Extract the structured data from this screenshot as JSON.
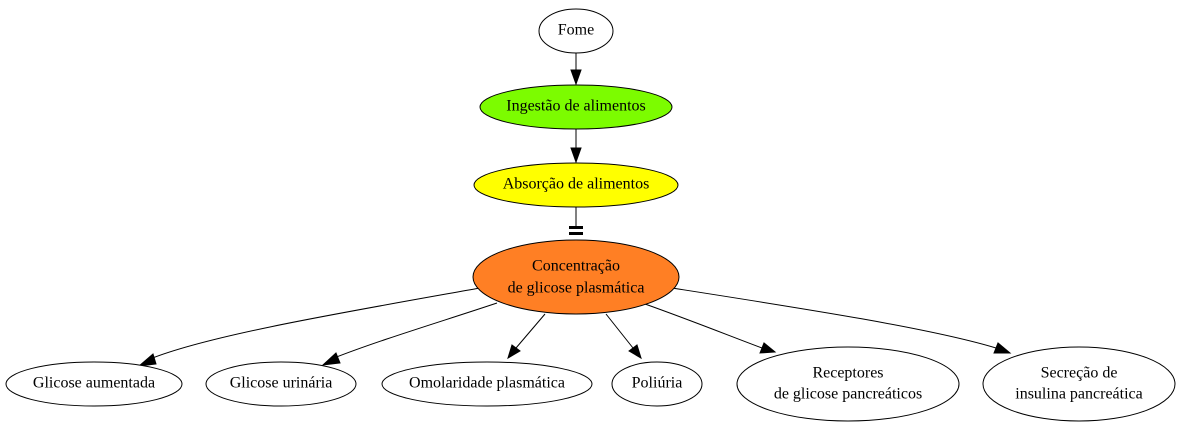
{
  "diagram": {
    "nodes": {
      "fome": {
        "label": "Fome",
        "fill": "#ffffff"
      },
      "ingestao": {
        "label": "Ingestão de alimentos",
        "fill": "#7cfc00"
      },
      "absorcao": {
        "label": "Absorção de alimentos",
        "fill": "#ffff00"
      },
      "concentracao": {
        "line1": "Concentração",
        "line2": "de glicose plasmática",
        "fill": "#ff7f24"
      },
      "glicose_aumentada": {
        "label": "Glicose aumentada",
        "fill": "#ffffff"
      },
      "glicose_urinaria": {
        "label": "Glicose urinária",
        "fill": "#ffffff"
      },
      "omolaridade": {
        "label": "Omolaridade plasmática",
        "fill": "#ffffff"
      },
      "poliuria": {
        "label": "Poliúria",
        "fill": "#ffffff"
      },
      "receptores": {
        "line1": "Receptores",
        "line2": "de glicose pancreáticos",
        "fill": "#ffffff"
      },
      "secrecao": {
        "line1": "Secreção de",
        "line2": "insulina pancreática",
        "fill": "#ffffff"
      }
    }
  }
}
